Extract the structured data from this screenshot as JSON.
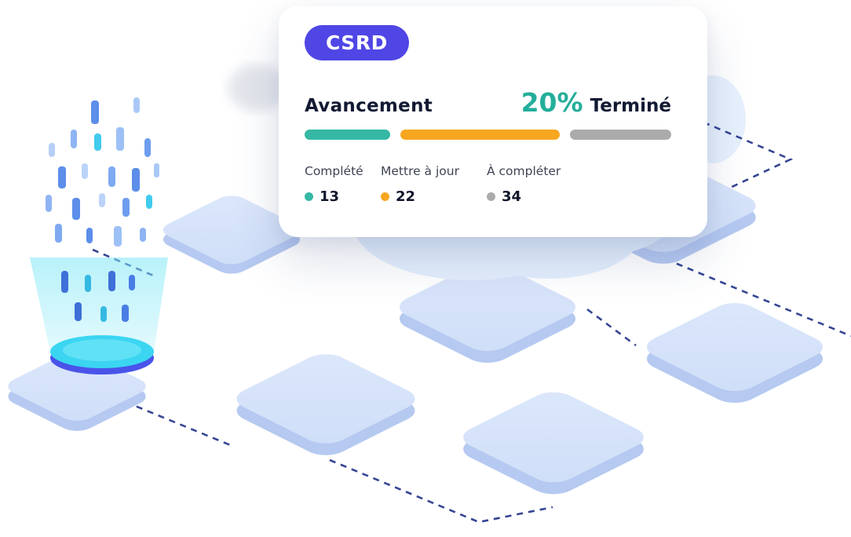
{
  "card": {
    "badge_label": "CSRD",
    "title": "Avancement",
    "percent": "20%",
    "status": "Terminé",
    "stats": [
      {
        "label": "Complété",
        "value": "13"
      },
      {
        "label": "Mettre à jour",
        "value": "22"
      },
      {
        "label": "À compléter",
        "value": "34"
      }
    ]
  },
  "chart_data": {
    "type": "bar",
    "title": "Avancement",
    "categories": [
      "Complété",
      "Mettre à jour",
      "À compléter"
    ],
    "values": [
      13,
      22,
      34
    ],
    "percent_complete": 20,
    "status_label": "Terminé",
    "colors": [
      "#35B8A4",
      "#F7A61F",
      "#ABABAB"
    ],
    "legend_position": "bottom"
  },
  "colors": {
    "badge_bg": "#4F46E5",
    "accent_teal": "#23AE9A",
    "accent_orange": "#F7A61F",
    "accent_gray": "#ABABAB",
    "text_dark": "#121A33",
    "tile_top": "#D7E2F9",
    "tile_side": "#B5C9F1",
    "dash_line": "#2B3B8E",
    "hologram_cyan": "#3BD5F2",
    "hologram_rim": "#4A53E9",
    "cloud": "#E4EFFD"
  }
}
